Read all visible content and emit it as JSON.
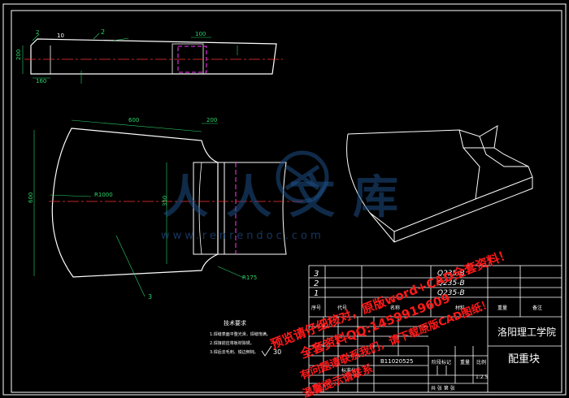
{
  "drawing": {
    "top_view_dims": {
      "width": "200",
      "dim_100": "100",
      "dim_160": "160",
      "dim_10": "10",
      "chamfer": "2"
    },
    "front_view_dims": {
      "top_width": "600",
      "dim_200": "200",
      "height": "600",
      "inner_height": "350",
      "radius": "R1000",
      "corner_radius": "R175"
    },
    "callouts": {
      "part_2": "2",
      "part_3": "3"
    },
    "tech_requirements": {
      "title": "技术要求",
      "items": [
        "1.焊缝表面平整光滑，焊缝饱满。",
        "2.焊接前应将板材除锈。",
        "3.焊后去毛刺、锐边倒钝。"
      ],
      "roughness": "30"
    }
  },
  "parts_list": {
    "rows": [
      {
        "no": "3",
        "material": "Q235-B"
      },
      {
        "no": "2",
        "material": "Q235-B"
      },
      {
        "no": "1",
        "material": "Q235-B"
      }
    ],
    "header": {
      "no": "序号",
      "code": "代号",
      "name": "名称",
      "material": "材料",
      "weight": "重量",
      "remark": "备注"
    }
  },
  "title_block": {
    "institution": "洛阳理工学院",
    "part_name": "配重块",
    "drawing_no": "B11020525",
    "scale_label": "比例",
    "scale": "1:2.5",
    "stage_label": "阶段标记",
    "weight_label": "重量",
    "standardization": "标准化",
    "sheets_label": "共   张  第   张"
  },
  "watermarks": {
    "brand_cn": "人人文库",
    "site": "www.renrendoc.com",
    "line1": "预览请仔细核对，原版word+CAD全套资料！",
    "line2": "全套资料QQ:1459919609",
    "line3": "有问题请联系我们，请下载原版CAD图纸！",
    "line4": "温馨提示请联系"
  }
}
